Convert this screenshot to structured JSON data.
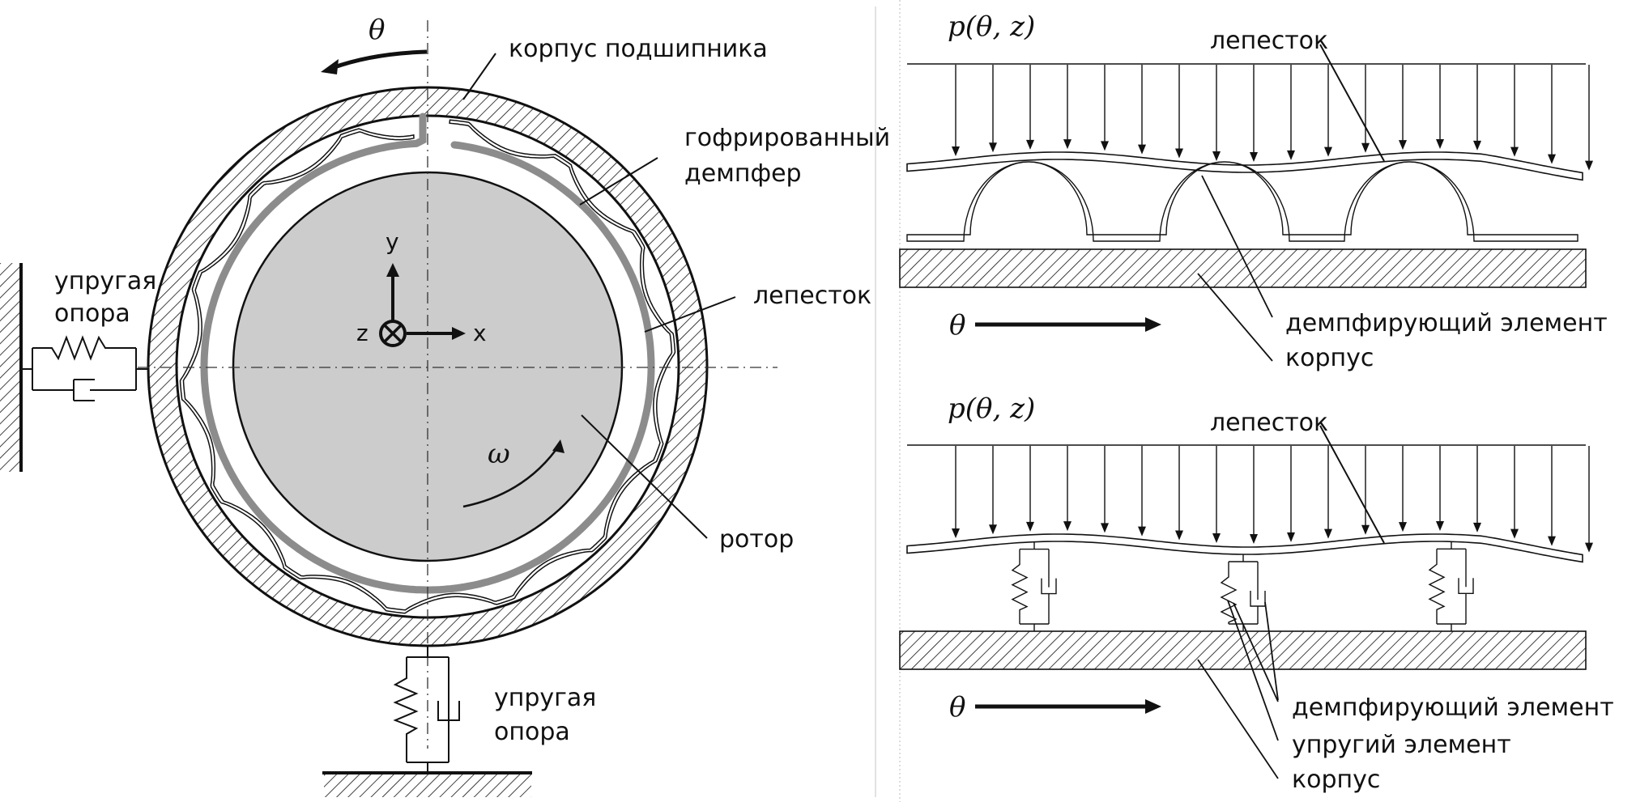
{
  "figure": {
    "left_panel": {
      "theta_symbol": "θ",
      "omega_symbol": "ω",
      "axes": {
        "x": "x",
        "y": "y",
        "z": "z"
      },
      "labels": {
        "housing": "корпус подшипника",
        "corrugated_damper_line1": "гофрированный",
        "corrugated_damper_line2": "демпфер",
        "top_foil": "лепесток",
        "rotor": "ротор",
        "left_support_line1": "упругая",
        "left_support_line2": "опора",
        "bottom_support_line1": "упругая",
        "bottom_support_line2": "опора"
      },
      "colors": {
        "rotor_fill": "#cccccc",
        "top_foil_fill": "#8c8c8c",
        "line": "#111111"
      }
    },
    "right_top_panel": {
      "pressure_label": "p(θ, z)",
      "theta_symbol": "θ",
      "labels": {
        "top_foil": "лепесток",
        "damping_element": "демпфирующий элемент",
        "housing": "корпус"
      }
    },
    "right_bottom_panel": {
      "pressure_label": "p(θ, z)",
      "theta_symbol": "θ",
      "labels": {
        "top_foil": "лепесток",
        "damping_element": "демпфирующий элемент",
        "elastic_element": "упругий элемент",
        "housing": "корпус"
      }
    }
  }
}
